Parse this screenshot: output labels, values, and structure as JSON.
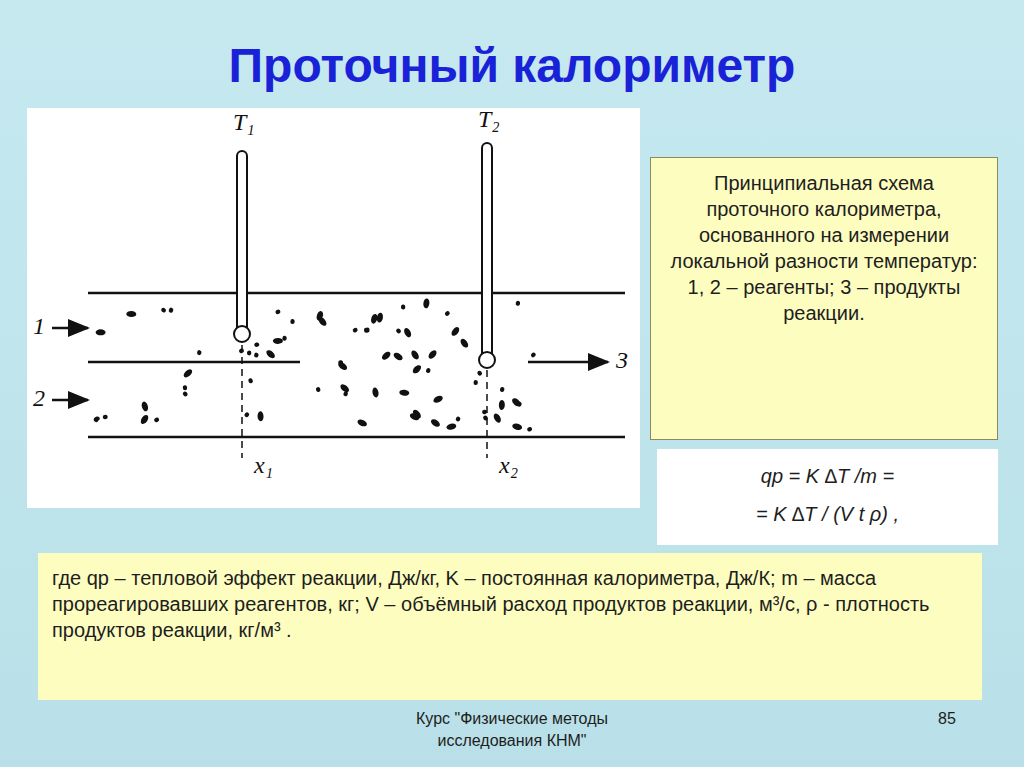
{
  "diagram": {
    "title": "Проточный калориметр",
    "nodes": [
      {
        "text": [
          "Принципиальная схема проточного калориметра, основанного на измерении локальной разности температур: 1, 2 – реагенты; 3 – продукты реакции."
        ]
      },
      {
        "text": [
          "qр = K ∆T /m =",
          "= K ∆T / (V t ρ) ,"
        ]
      },
      {
        "text": [
          "где qр – тепловой эффект реакции, Дж/кг, K – постоянная калориметра, Дж/К; m – масса прореагировавших реагентов, кг; V – объёмный расход продуктов реакции, м³/с, ρ - плотность продуктов реакции, кг/м³ ."
        ]
      }
    ],
    "labels": [
      "T₁",
      "T₂",
      "1",
      "2",
      "3",
      "x₁",
      "x₂",
      "Курс \"Физические методы исследования КНМ\"",
      "85"
    ]
  }
}
